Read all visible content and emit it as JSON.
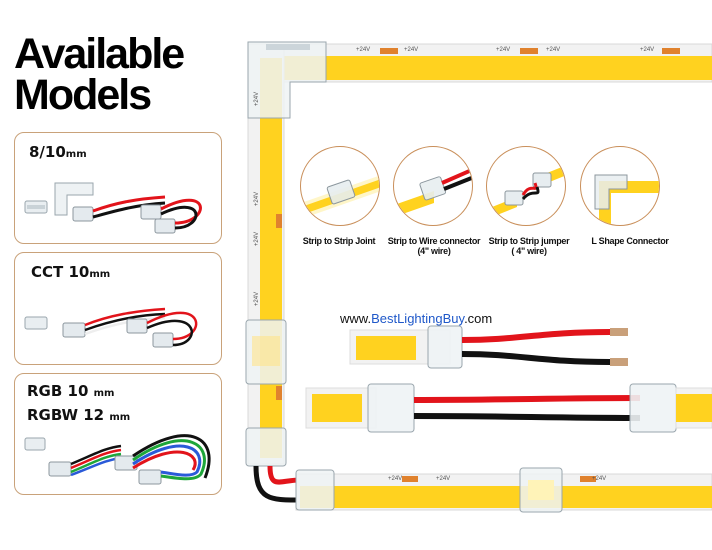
{
  "title": {
    "line1": "Available",
    "line2": "Models"
  },
  "models": [
    {
      "label": "8/10",
      "unit": "mm"
    },
    {
      "label": "CCT 10",
      "unit": "mm"
    },
    {
      "label": "RGB 10",
      "unit": "mm",
      "label2": "RGBW 12",
      "unit2": "mm"
    }
  ],
  "connectors": [
    {
      "label": "Strip to Strip Joint",
      "sub": ""
    },
    {
      "label": "Strip to Wire connector",
      "sub": "(4\" wire)"
    },
    {
      "label": "Strip to Strip jumper",
      "sub": "( 4\" wire)"
    },
    {
      "label": "L Shape Connector",
      "sub": ""
    }
  ],
  "website": {
    "prefix": "www.",
    "brand": "BestLightingBuy",
    "suffix": ".com"
  },
  "strip_marking": "+24V",
  "colors": {
    "strip": "#ffd21f",
    "border": "#c9a27a",
    "red_wire": "#e2141b",
    "black_wire": "#111111",
    "copper": "#e0822e"
  }
}
